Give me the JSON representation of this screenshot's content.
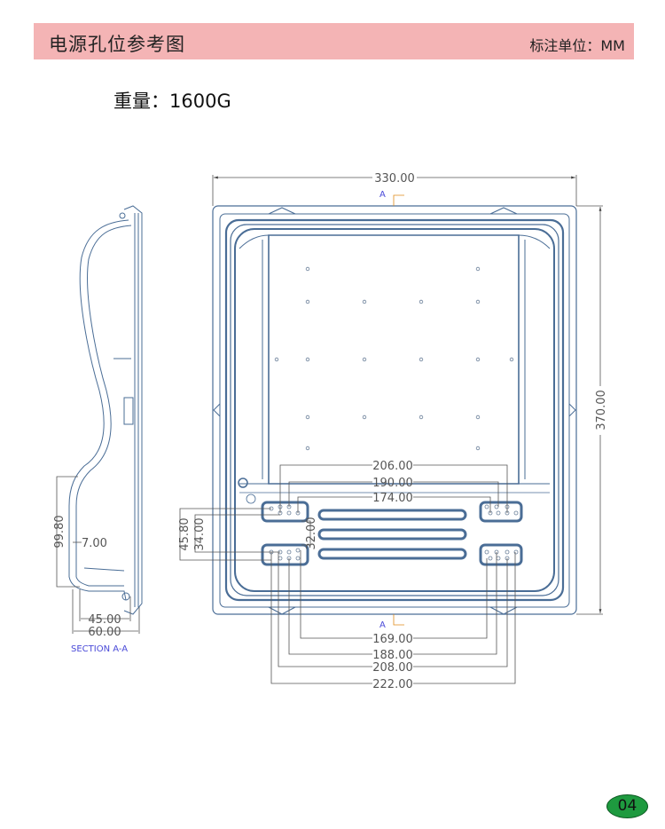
{
  "header": {
    "title": "电源孔位参考图",
    "unit_label": "标注单位：MM"
  },
  "weight": "重量：1600G",
  "page_number": "04",
  "colors": {
    "band": "#f4b4b5",
    "outline": "#4a6d96",
    "badge": "#1e9a3f"
  },
  "front_view": {
    "section_marker": "A",
    "dims": {
      "width": "330.00",
      "height": "370.00",
      "top_206": "206.00",
      "top_190": "190.00",
      "top_174": "174.00",
      "bot_169": "169.00",
      "bot_188": "188.00",
      "bot_208": "208.00",
      "bot_222": "222.00",
      "left_45_80": "45.80",
      "left_34": "34.00",
      "mid_32": "32.00"
    }
  },
  "section_view": {
    "label": "SECTION A-A",
    "dims": {
      "height": "99.80",
      "wall": "7.00",
      "depth_45": "45.00",
      "depth_60": "60.00"
    }
  }
}
